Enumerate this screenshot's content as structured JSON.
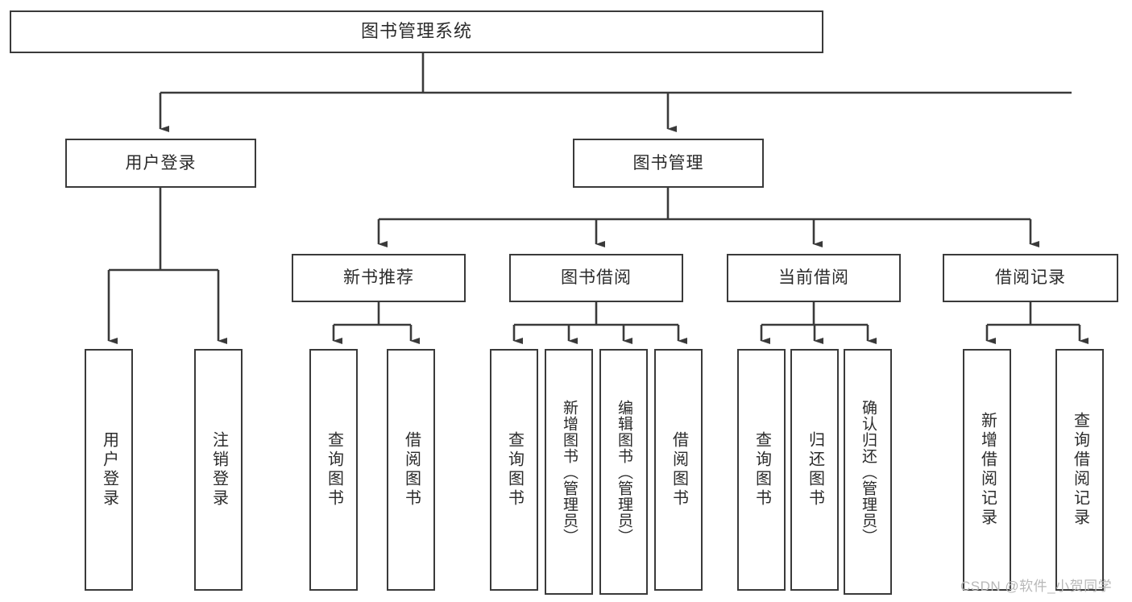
{
  "diagram": {
    "type": "tree-hierarchy",
    "title": "图书管理系统",
    "line_color": "#3a3a3a",
    "box_fill": "#ffffff",
    "text_color": "#2b2b2b",
    "root": {
      "label": "图书管理系统",
      "children": [
        {
          "label": "用户登录",
          "children": [
            {
              "label": "用户登录"
            },
            {
              "label": "注销登录"
            }
          ]
        },
        {
          "label": "图书管理",
          "children": [
            {
              "label": "新书推荐",
              "children": [
                {
                  "label": "查询图书"
                },
                {
                  "label": "借阅图书"
                }
              ]
            },
            {
              "label": "图书借阅",
              "children": [
                {
                  "label": "查询图书"
                },
                {
                  "label": "新增图书（管理员）"
                },
                {
                  "label": "编辑图书（管理员）"
                },
                {
                  "label": "借阅图书"
                }
              ]
            },
            {
              "label": "当前借阅",
              "children": [
                {
                  "label": "查询图书"
                },
                {
                  "label": "归还图书"
                },
                {
                  "label": "确认归还（管理员）"
                }
              ]
            },
            {
              "label": "借阅记录",
              "children": [
                {
                  "label": "新增借阅记录"
                },
                {
                  "label": "查询借阅记录"
                }
              ]
            }
          ]
        }
      ]
    }
  },
  "watermark": {
    "text": "CSDN @软件_小贺同学"
  }
}
